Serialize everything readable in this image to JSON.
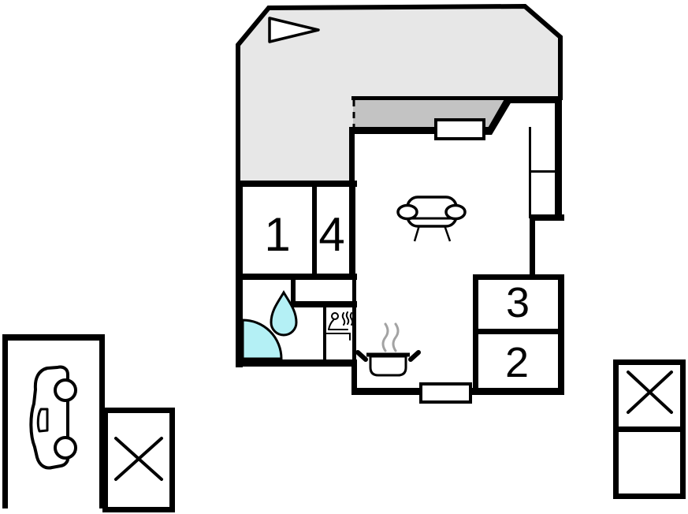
{
  "page": {
    "title": "Holiday home floor plan"
  },
  "colors": {
    "wall": "#000000",
    "terrace_fill": "#e7e7e7",
    "porch_fill": "#c3c3c3",
    "water_fill": "#b4f0f5",
    "steam": "#a3a3a3",
    "background": "#ffffff"
  },
  "rooms": {
    "room1": {
      "label": "1"
    },
    "room4": {
      "label": "4"
    },
    "room3": {
      "label": "3"
    },
    "room2": {
      "label": "2"
    }
  },
  "icons": {
    "direction_arrow": "direction-arrow",
    "sofa": "sofa",
    "water_drop": "water-drop",
    "shower": "corner-shower",
    "sauna": "sauna-person",
    "cooking_pot": "cooking-pot-with-steam",
    "car": "car",
    "window_top": "window",
    "window_bottom": "window",
    "storage_left_cross": "crossed-square",
    "storage_right_cross": "crossed-square"
  }
}
